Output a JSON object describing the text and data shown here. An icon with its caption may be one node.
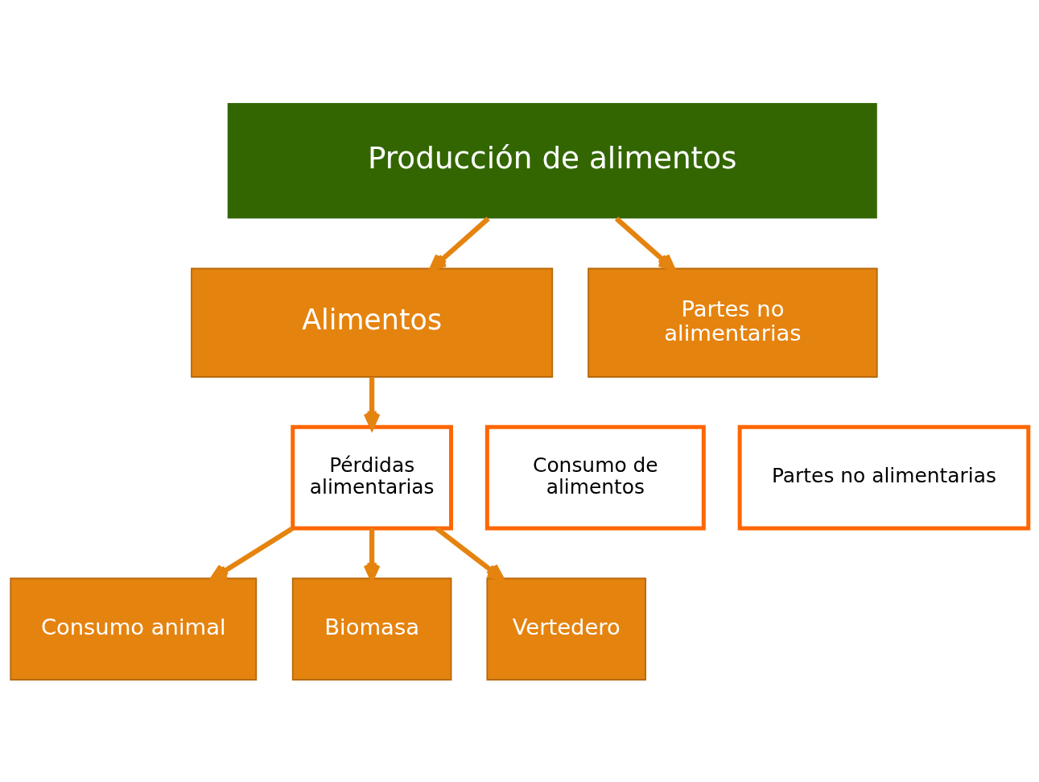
{
  "diagram": {
    "nodes": [
      {
        "text": [
          "Producción de alimentos"
        ]
      },
      {
        "text": [
          "Alimentos"
        ]
      },
      {
        "text": [
          "Partes no alimentarias"
        ]
      },
      {
        "text": [
          "Consumo de alimentos"
        ]
      },
      {
        "text": [
          "Pérdidas alimentarias"
        ]
      },
      {
        "text": [
          "Partes no alimentarias"
        ]
      },
      {
        "text": [
          "Consumo animal"
        ]
      },
      {
        "text": [
          "Biomasa"
        ]
      },
      {
        "text": [
          "Vertedero"
        ]
      }
    ],
    "edges": [
      {
        "from": 0,
        "to": 1,
        "arrow": "to"
      },
      {
        "from": 0,
        "to": 2,
        "arrow": "to"
      },
      {
        "from": 1,
        "to": 4,
        "arrow": "to"
      },
      {
        "from": 4,
        "to": 6,
        "arrow": "to"
      },
      {
        "from": 4,
        "to": 7,
        "arrow": "to"
      },
      {
        "from": 4,
        "to": 8,
        "arrow": "to"
      }
    ]
  }
}
